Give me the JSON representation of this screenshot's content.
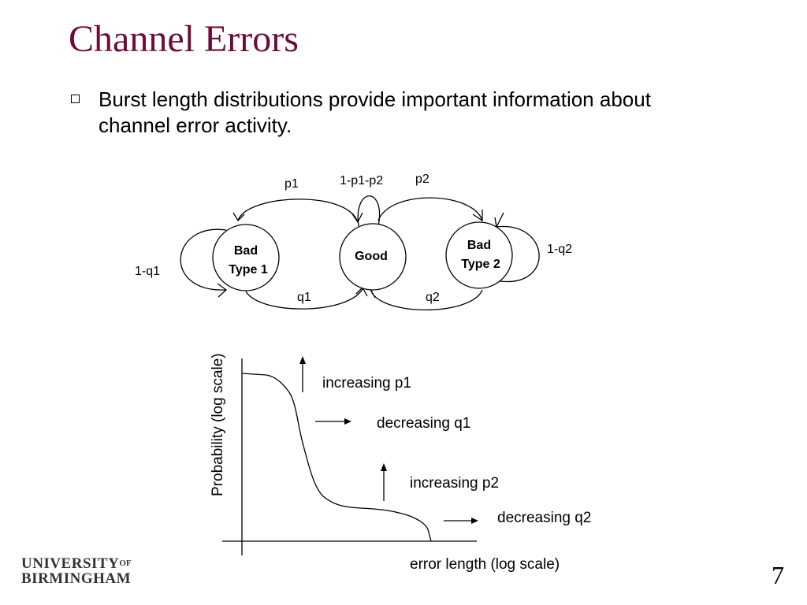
{
  "slide": {
    "title": "Channel Errors",
    "bullet": "Burst length distributions provide important information about channel error activity.",
    "page_number": "7"
  },
  "logo": {
    "line1": "UNIVERSITY",
    "of": "OF",
    "line2": "BIRMINGHAM"
  },
  "state_diagram": {
    "states": [
      {
        "id": "bad1",
        "line1": "Bad",
        "line2": "Type 1"
      },
      {
        "id": "good",
        "line1": "Good",
        "line2": ""
      },
      {
        "id": "bad2",
        "line1": "Bad",
        "line2": "Type 2"
      }
    ],
    "transitions": [
      {
        "label": "p1"
      },
      {
        "label": "1-p1-p2"
      },
      {
        "label": "p2"
      },
      {
        "label": "1-q1"
      },
      {
        "label": "1-q2"
      },
      {
        "label": "q1"
      },
      {
        "label": "q2"
      }
    ]
  },
  "burst_plot": {
    "ylabel": "Probability (log scale)",
    "xlabel": "error length (log scale)",
    "annotations": [
      "increasing p1",
      "decreasing q1",
      "increasing p2",
      "decreasing q2"
    ]
  }
}
